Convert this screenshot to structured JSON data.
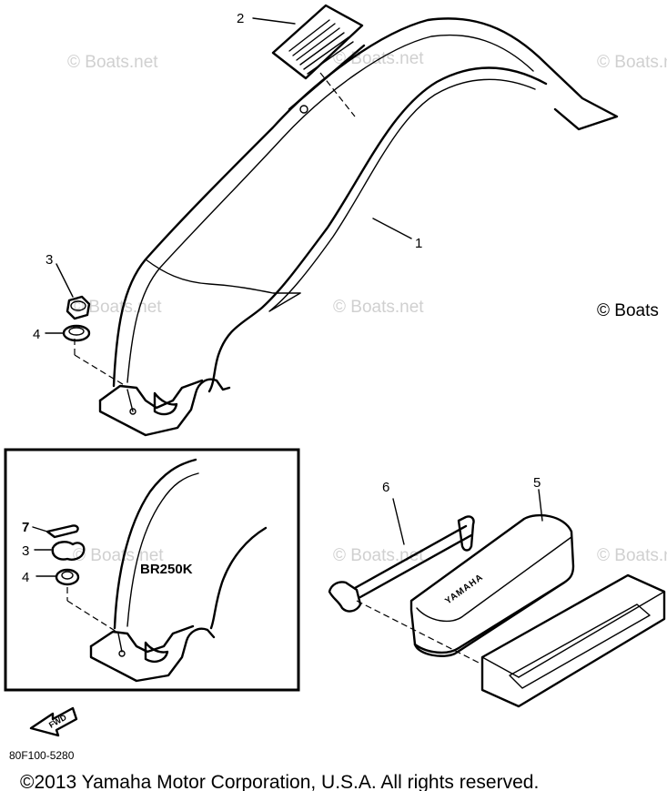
{
  "watermark_text": "© Boats.net",
  "watermark_right_text": "© Boats",
  "callouts": {
    "c1": "1",
    "c2": "2",
    "c3": "3",
    "c4": "4",
    "c5": "5",
    "c6": "6",
    "c7": "7",
    "c3_inset": "3",
    "c4_inset": "4"
  },
  "inset_model": "BR250K",
  "fwd_label": "FWD",
  "toolbox_brand": "YAMAHA",
  "part_number": "80F100-5280",
  "copyright": "©2013 Yamaha Motor Corporation, U.S.A. All rights reserved."
}
